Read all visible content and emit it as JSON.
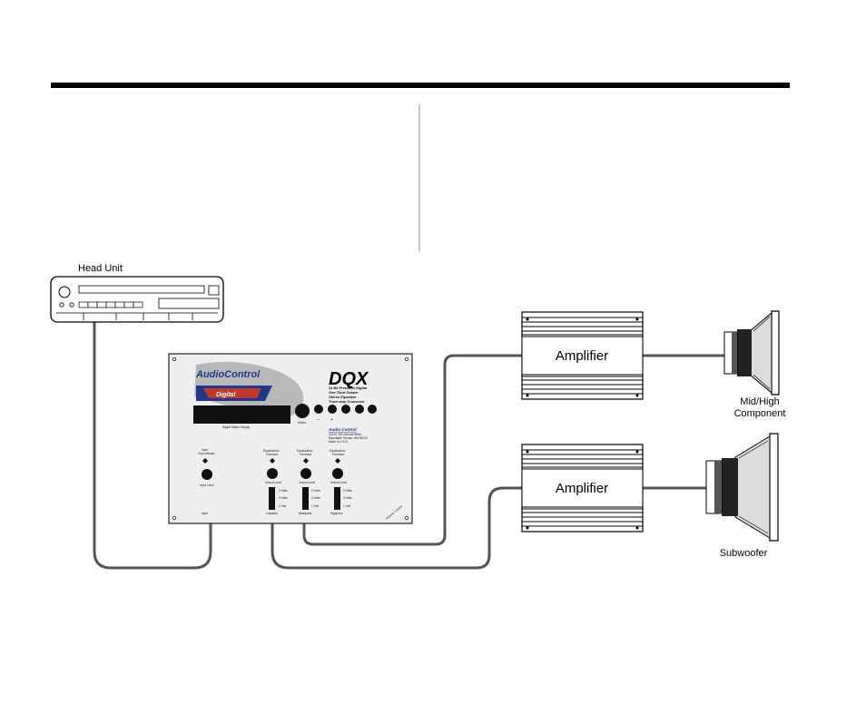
{
  "labels": {
    "head_unit": "Head Unit",
    "amplifier_top": "Amplifier",
    "amplifier_bottom": "Amplifier",
    "mid_high_line1": "Mid/High",
    "mid_high_line2": "Component",
    "subwoofer": "Subwoofer"
  },
  "dqx": {
    "brand": "AudioControl",
    "badge": "Digital",
    "model": "DQX",
    "description_lines": [
      "24 Bit Precision Digital",
      "One Third Octave",
      "Stereo Equalizer",
      "Three-way Crossover"
    ],
    "display_caption": "Digital Status Display",
    "select_label": "Select",
    "minus_label": "–",
    "plus_label": "+",
    "company_name": "Audio Control",
    "address_lines": [
      "22410 70th Avenue West",
      "Mountlake Terrace, WA 98043",
      "Made In U.S.A."
    ],
    "input_clip_line1": "Input",
    "input_clip_line2": "Clip Indicator",
    "input_level_label": "Input Level",
    "input_section": "Input",
    "eq_overload_line1": "Equalization",
    "eq_overload_line2": "Overload",
    "output_level_label": "Output Level",
    "range_labels": [
      "2 Volts",
      "4 Volts",
      "1 Volt"
    ],
    "section_labels": [
      "Lowpass",
      "Bandpass",
      "Highpass"
    ],
    "remote_label": "Remote Control"
  },
  "colors": {
    "line": "#000000",
    "cable": "#555555",
    "panel_bg": "#eeeeee",
    "panel_border": "#333333",
    "brand_blue": "#1f3a8a",
    "badge_red": "#c0392b",
    "oval_gray": "#b8b8b8",
    "display_black": "#111111",
    "speaker_face": "#dcdcdc"
  }
}
